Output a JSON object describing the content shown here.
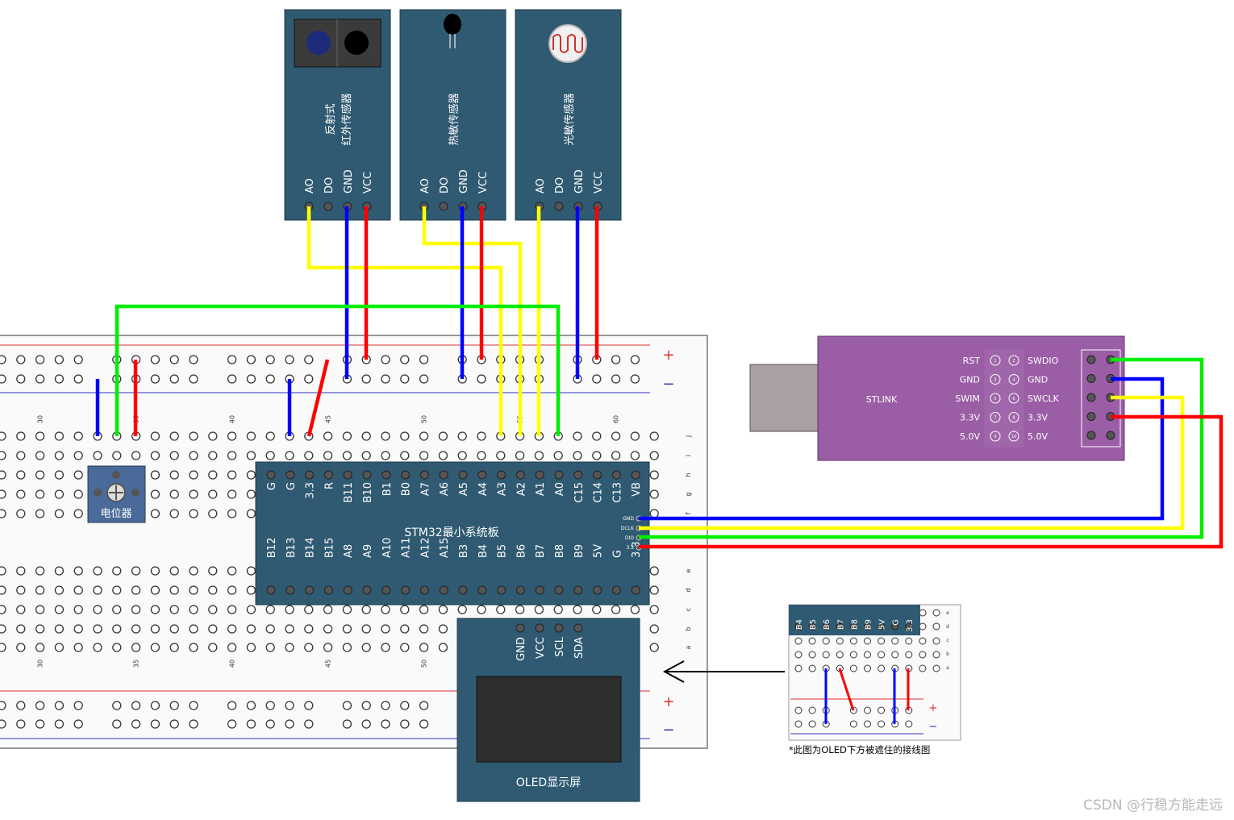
{
  "sensors": [
    {
      "title_lines": [
        "反射式",
        "红外传感器"
      ],
      "pins": [
        "AO",
        "DO",
        "GND",
        "VCC"
      ],
      "icon": "ir-pair-icon"
    },
    {
      "title_lines": [
        "热敏传感器"
      ],
      "pins": [
        "AO",
        "DO",
        "GND",
        "VCC"
      ],
      "icon": "thermistor-icon"
    },
    {
      "title_lines": [
        "光敏传感器"
      ],
      "pins": [
        "AO",
        "DO",
        "GND",
        "VCC"
      ],
      "icon": "photoresistor-icon"
    }
  ],
  "stm32": {
    "title": "STM32最小系统板",
    "top_pins": [
      "G",
      "G",
      "3.3",
      "R",
      "B11",
      "B10",
      "B1",
      "B0",
      "A7",
      "A6",
      "A5",
      "A4",
      "A3",
      "A2",
      "A1",
      "A0",
      "C15",
      "C14",
      "C13",
      "VB"
    ],
    "bottom_pins": [
      "B12",
      "B13",
      "B14",
      "B15",
      "A8",
      "A9",
      "A10",
      "A11",
      "A12",
      "A15",
      "B3",
      "B4",
      "B5",
      "B6",
      "B7",
      "B8",
      "B9",
      "5V",
      "G",
      "3.3"
    ],
    "swd_pins": [
      "GND",
      "DCLK",
      "DIO",
      "3.3"
    ]
  },
  "potentiometer": {
    "label": "电位器"
  },
  "oled": {
    "label": "OLED显示屏",
    "pins": [
      "GND",
      "VCC",
      "SCL",
      "SDA"
    ]
  },
  "stlink": {
    "label": "STLINK",
    "left_labels": [
      "RST",
      "GND",
      "SWIM",
      "3.3V",
      "5.0V"
    ],
    "right_labels": [
      "SWDIO",
      "GND",
      "SWCLK",
      "3.3V",
      "5.0V"
    ],
    "pin_numbers": [
      "1",
      "2",
      "3",
      "4",
      "5",
      "6",
      "7",
      "8",
      "9",
      "10"
    ]
  },
  "breadboard": {
    "column_numbers": [
      "30",
      "35",
      "40",
      "45",
      "50",
      "55",
      "60"
    ],
    "row_letters_top": [
      "j",
      "i",
      "h",
      "g",
      "f"
    ],
    "row_letters_bottom": [
      "e",
      "d",
      "c",
      "b",
      "a"
    ],
    "rail_plus": "+",
    "rail_minus": "−"
  },
  "inset": {
    "pins": [
      "B4",
      "B5",
      "B6",
      "B7",
      "B8",
      "B9",
      "5V",
      "G",
      "3.3"
    ],
    "row_letters": [
      "e",
      "d",
      "c",
      "b",
      "a"
    ],
    "caption": "*此图为OLED下方被遮住的接线图"
  },
  "watermark": "CSDN @行稳方能走远",
  "colors": {
    "board": "#2f5a72",
    "stlink": "#9b5ea6",
    "gnd_wire": "#0000ff",
    "vcc_wire": "#ff0000",
    "signal_wire": "#ffff00",
    "swdio_wire": "#00ee00",
    "rail_red": "#e03030",
    "rail_blue": "#3030c0"
  }
}
